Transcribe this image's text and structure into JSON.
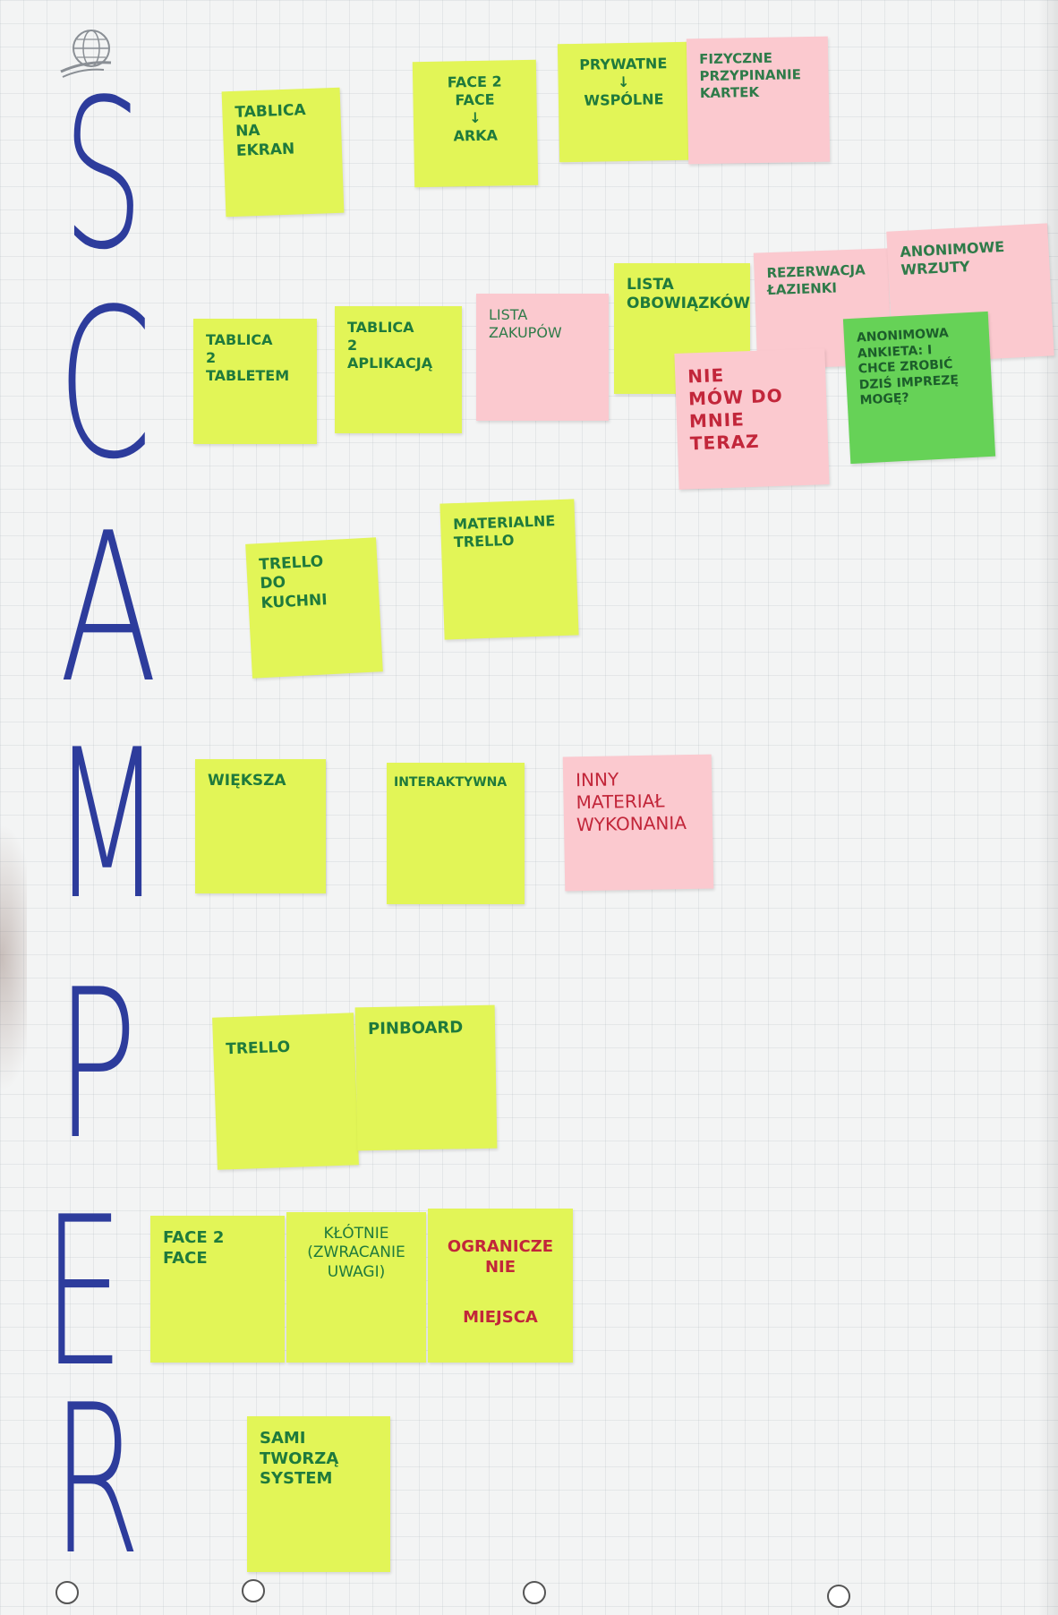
{
  "acronym": [
    "S",
    "C",
    "A",
    "M",
    "P",
    "E",
    "R"
  ],
  "notes": {
    "s1": "TABLICA\nNA\nEKRAN",
    "s2": "FACE 2 FACE\n↓\nARKA",
    "s3": "PRYWATNE\n↓\nWSPÓLNE",
    "s4": "FIZYCZNE\nPRZYPINANIE\nKARTEK",
    "c1": "TABLICA\n2\nTABLETEM",
    "c2": "TABLICA\n2\nAPLIKACJĄ",
    "c3": "LISTA\nZAKUPÓW",
    "c4": "LISTA\nOBOWIĄZKÓW",
    "c5": "REZERWACJA\nŁAZIENKI",
    "c6": "ANONIMOWE\nWRZUTY",
    "c7": "NIE\nMÓW DO\nMNIE\nTERAZ",
    "c8": "ANONIMOWA\nANKIETA: I\nCHCE ZROBIĆ\nDZIŚ IMPREZĘ\nMOGĘ?",
    "a1": "TRELLO\nDO\nKUCHNI",
    "a2": "MATERIALNE\nTRELLO",
    "m1": "WIĘKSZA",
    "m2": "INTERAKTYWNA",
    "m3": "INNY\nMATERIAŁ\nWYKONANIA",
    "p1": "TRELLO",
    "p2": "PINBOARD",
    "e1": "FACE 2\nFACE",
    "e2": "KŁÓTNIE\n(ZWRACANIE\nUWAGI)",
    "e3_top": "OGRANICZE\nNIE",
    "e3_bottom": "MIEJSCA",
    "r1": "SAMI\nTWORZĄ\nSYSTEM"
  },
  "colors": {
    "marker_blue": "#2d3c9c",
    "note_yellow": "#e2f557",
    "note_pink": "#fbc9cf",
    "note_green": "#66d257",
    "ink_green": "#1f7a3c",
    "ink_red": "#c2263a"
  },
  "icons": [
    "globe-logo-icon"
  ]
}
